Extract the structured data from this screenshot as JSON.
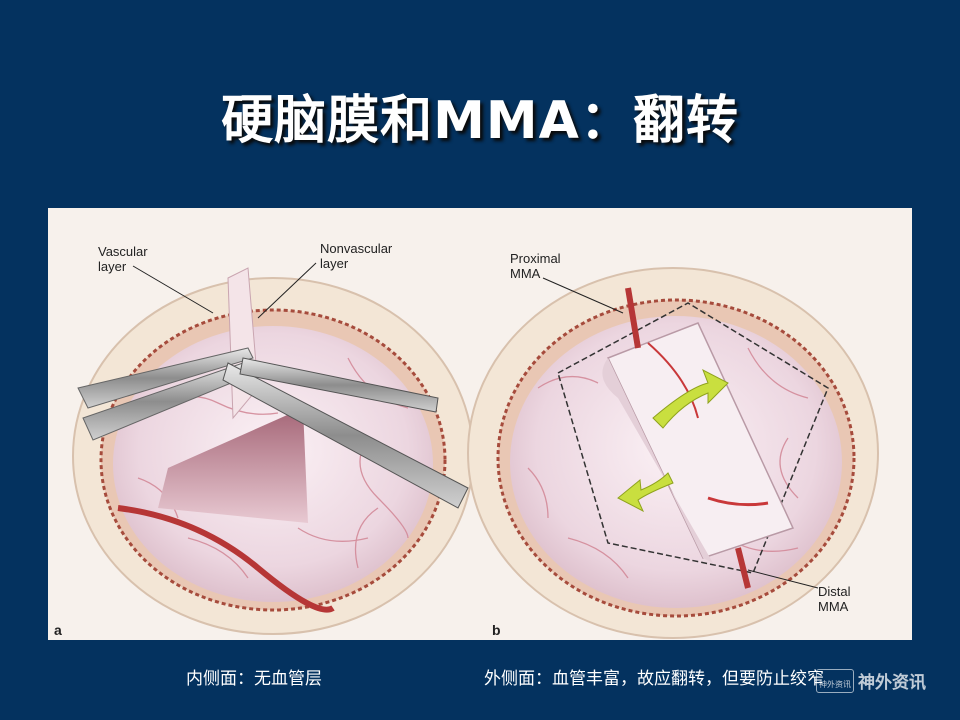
{
  "slide": {
    "title": "硬脑膜和MMA：翻转"
  },
  "figure": {
    "panel_a": {
      "letter": "a",
      "label_vascular": "Vascular\nlayer",
      "label_nonvascular": "Nonvascular\nlayer"
    },
    "panel_b": {
      "letter": "b",
      "label_proximal": "Proximal\nMMA",
      "label_distal": "Distal\nMMA"
    }
  },
  "captions": {
    "left": "内侧面：无血管层",
    "right": "外侧面：血管丰富，故应翻转，但要防止绞窄"
  },
  "watermark": {
    "logo_text": "神外资讯",
    "text": "神外资讯"
  },
  "colors": {
    "background": "#04325f",
    "brain": "#efdce6",
    "vessel": "#c9383a",
    "arrow": "#c9df3f"
  }
}
